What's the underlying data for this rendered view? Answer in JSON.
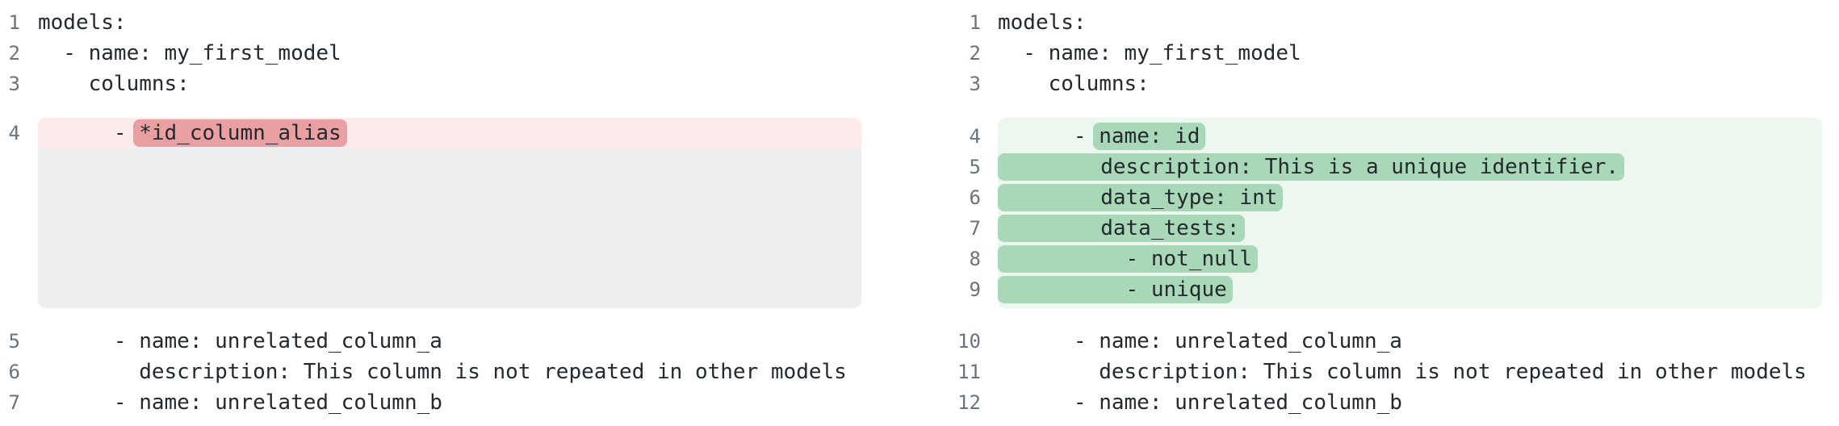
{
  "view": {
    "kind": "split-diff",
    "language": "yaml"
  },
  "colors": {
    "removed_row_bg": "#fcebea",
    "removed_token_bg": "#ea9fa2",
    "collapsed_placeholder_bg": "#eceef0",
    "added_block_bg": "#edf6ef",
    "added_token_bg": "#a8d8b8",
    "line_number_color": "#6b7280",
    "code_text_color": "#24292e"
  },
  "left": {
    "lines": [
      {
        "num": "1",
        "text": "models:"
      },
      {
        "num": "2",
        "text": "  - name: my_first_model"
      },
      {
        "num": "3",
        "text": "    columns:"
      },
      {
        "num": "4",
        "pre": "      - ",
        "removed": "*id_column_alias"
      },
      {
        "num": "5",
        "text": "      - name: unrelated_column_a"
      },
      {
        "num": "6",
        "text": "        description: This column is not repeated in other models"
      },
      {
        "num": "7",
        "text": "      - name: unrelated_column_b"
      }
    ]
  },
  "right": {
    "lines": [
      {
        "num": "1",
        "text": "models:"
      },
      {
        "num": "2",
        "text": "  - name: my_first_model"
      },
      {
        "num": "3",
        "text": "    columns:"
      },
      {
        "num": "4",
        "pre": "      - ",
        "added": "name: id"
      },
      {
        "num": "5",
        "added": "        description: This is a unique identifier."
      },
      {
        "num": "6",
        "added": "        data_type: int"
      },
      {
        "num": "7",
        "added": "        data_tests:"
      },
      {
        "num": "8",
        "added": "          - not_null"
      },
      {
        "num": "9",
        "added": "          - unique"
      },
      {
        "num": "10",
        "text": "      - name: unrelated_column_a"
      },
      {
        "num": "11",
        "text": "        description: This column is not repeated in other models"
      },
      {
        "num": "12",
        "text": "      - name: unrelated_column_b"
      }
    ]
  }
}
